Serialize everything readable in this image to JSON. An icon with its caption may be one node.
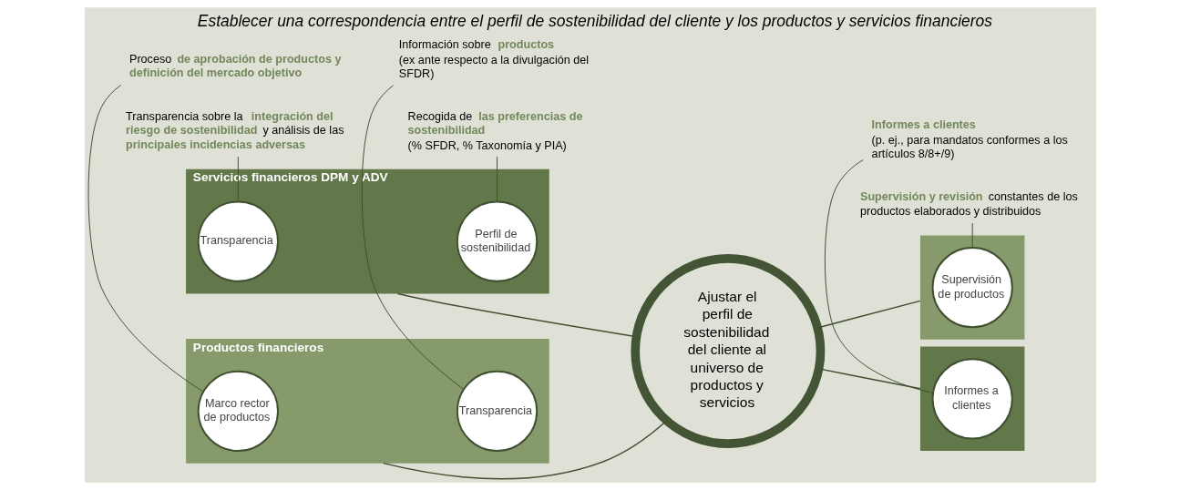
{
  "diagram": {
    "title": "Establecer una correspondencia entre el perfil de sostenibilidad del cliente y los productos y servicios financieros",
    "nodes": [
      {
        "text": [
          "Servicios financieros DPM y ADV"
        ]
      },
      {
        "text": [
          "Transparencia"
        ],
        "in": 0
      },
      {
        "text": [
          "Perfil de sostenibilidad"
        ],
        "in": 0
      },
      {
        "text": [
          "Productos financieros"
        ]
      },
      {
        "text": [
          "Marco rector de productos"
        ],
        "in": 3
      },
      {
        "text": [
          "Transparencia"
        ],
        "in": 3
      },
      {
        "text": [
          "Ajustar el perfil de sostenibilidad del cliente al universo de productos y servicios"
        ]
      },
      {
        "text": [],
        "shape": "arrow"
      },
      {
        "text": [
          "Supervisión de productos"
        ],
        "in": 7
      },
      {
        "text": [],
        "shape": "arrow"
      },
      {
        "text": [
          "Informes a clientes"
        ],
        "in": 9
      },
      {
        "text": [
          "Transparencia sobre la **integración del riesgo de sostenibilidad** y análisis de las **principales incidencias adversas**"
        ]
      },
      {
        "text": [
          "Recogida de **las preferencias de sostenibilidad**",
          "(% SFDR, % Taxonomía y PIA)"
        ]
      },
      {
        "text": [
          "**Supervisión y revisión** constantes de los productos elaborados y distribuidos"
        ]
      },
      {
        "text": [
          "Proceso **de aprobación de productos y definición del mercado objetivo**"
        ]
      },
      {
        "text": [
          "Información sobre **productos**",
          "(ex ante respecto a la divulgación del SFDR)"
        ]
      },
      {
        "text": [
          "**Informes a clientes**",
          "(p. ej., para mandatos conformes a los artículos 8/8+/9)"
        ]
      }
    ],
    "edges": [
      {
        "from": 0,
        "to": 6,
        "arrow": "none"
      },
      {
        "from": 3,
        "to": 6,
        "arrow": "none"
      },
      {
        "from": 6,
        "to": 7,
        "arrow": "none"
      },
      {
        "from": 6,
        "to": 9,
        "arrow": "none"
      },
      {
        "from": 11,
        "to": 1,
        "arrow": "none"
      },
      {
        "from": 12,
        "to": 2,
        "arrow": "none"
      },
      {
        "from": 13,
        "to": 8,
        "arrow": "none"
      },
      {
        "from": 14,
        "to": 4,
        "arrow": "none"
      },
      {
        "from": 15,
        "to": 5,
        "arrow": "none"
      },
      {
        "from": 16,
        "to": 10,
        "arrow": "none"
      }
    ]
  }
}
